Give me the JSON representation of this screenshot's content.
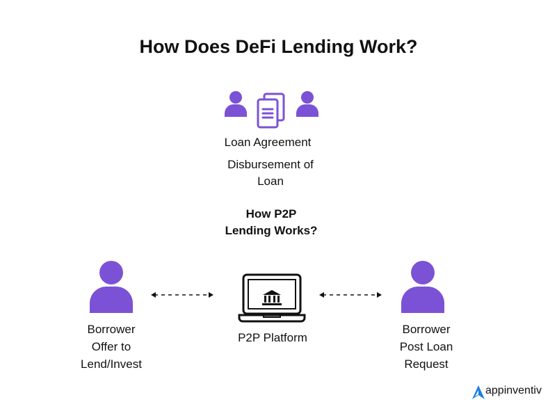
{
  "title": "How Does DeFi Lending Work?",
  "top": {
    "heading": "Loan Agreement",
    "line1": "Disbursement of",
    "line2": "Loan"
  },
  "center": {
    "line1": "How P2P",
    "line2": "Lending Works?",
    "platform": "P2P Platform"
  },
  "left": {
    "heading": "Borrower",
    "line1": "Offer to",
    "line2": "Lend/Invest"
  },
  "right": {
    "heading": "Borrower",
    "line1": "Post Loan",
    "line2": "Request"
  },
  "logo": {
    "text": "appinventiv"
  },
  "colors": {
    "purple": "#7b52d6",
    "logo_blue": "#1c7ee6"
  }
}
